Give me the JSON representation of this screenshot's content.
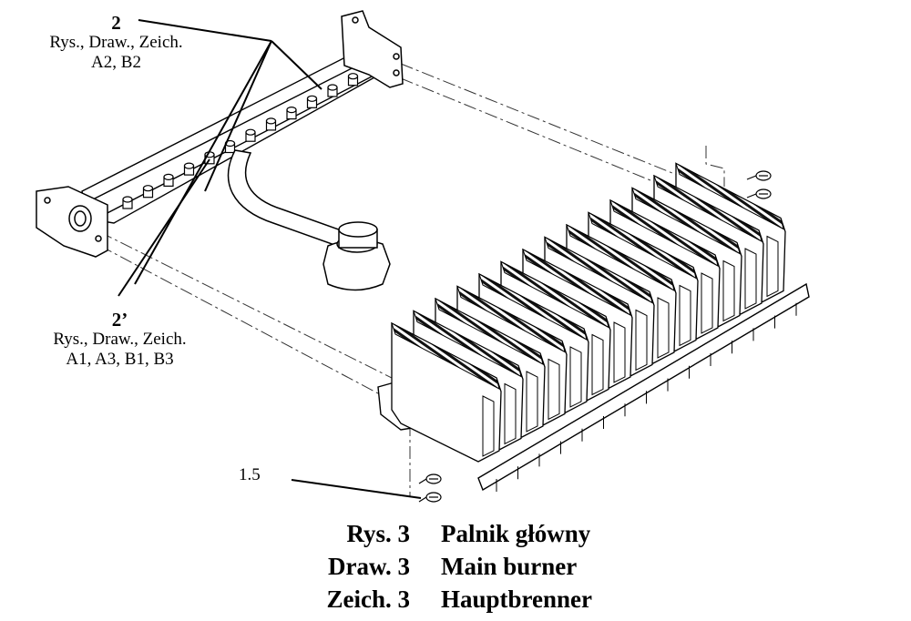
{
  "callouts": {
    "c2": {
      "number": "2",
      "line1": "Rys., Draw., Zeich.",
      "line2": "A2, B2"
    },
    "c2p": {
      "number": "2’",
      "line1": "Rys., Draw., Zeich.",
      "line2": "A1, A3, B1, B3"
    },
    "c15": {
      "number": "1.5"
    }
  },
  "caption": {
    "rows": [
      {
        "left": "Rys. 3",
        "right": "Palnik główny"
      },
      {
        "left": "Draw. 3",
        "right": "Main burner"
      },
      {
        "left": "Zeich. 3",
        "right": "Hauptbrenner"
      }
    ]
  }
}
